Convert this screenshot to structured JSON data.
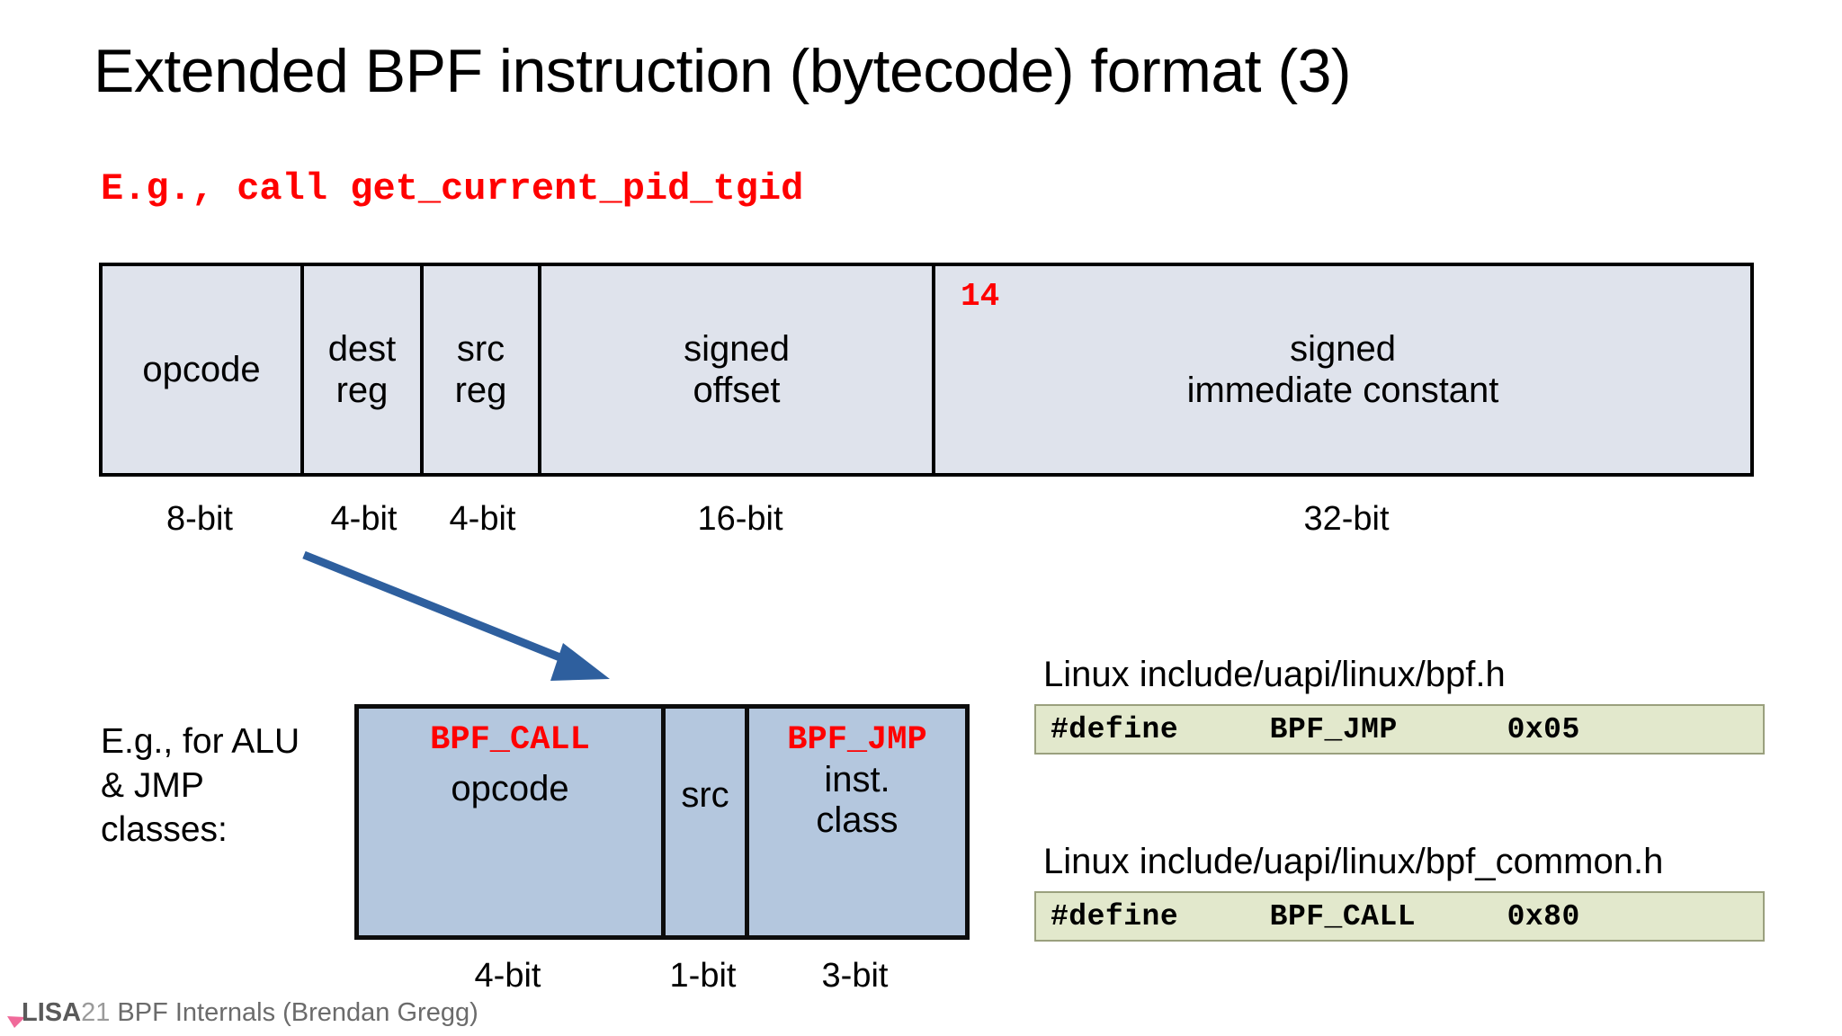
{
  "slide": {
    "title": "Extended BPF instruction (bytecode) format (3)",
    "example_call": "E.g., call get_current_pid_tgid",
    "accent_red": "#ff0000",
    "cell_fill": "#dfe3ec",
    "opcode_fill": "#b4c7de",
    "code_fill": "#e2e8cc",
    "arrow_color": "#2e5f9e"
  },
  "instruction_table": {
    "fields": [
      {
        "label": "opcode",
        "bits": "8-bit",
        "badge": ""
      },
      {
        "label": "dest\nreg",
        "bits": "4-bit",
        "badge": ""
      },
      {
        "label": "src\nreg",
        "bits": "4-bit",
        "badge": ""
      },
      {
        "label": "signed\noffset",
        "bits": "16-bit",
        "badge": ""
      },
      {
        "label": "signed\nimmediate constant",
        "bits": "32-bit",
        "badge": "14"
      }
    ]
  },
  "opcode_breakdown": {
    "note": "E.g., for ALU & JMP classes:",
    "fields": [
      {
        "tag": "BPF_CALL",
        "name": "opcode",
        "bits": "4-bit"
      },
      {
        "tag": "",
        "name": "src",
        "bits": "1-bit"
      },
      {
        "tag": "BPF_JMP",
        "name": "inst.\nclass",
        "bits": "3-bit"
      }
    ]
  },
  "includes": [
    {
      "path": "Linux include/uapi/linux/bpf.h",
      "code": "#define     BPF_JMP      0x05"
    },
    {
      "path": "Linux include/uapi/linux/bpf_common.h",
      "code": "#define     BPF_CALL     0x80"
    }
  ],
  "footer": {
    "brand": "LISA",
    "year": "21",
    "subject": " BPF Internals (Brendan Gregg)"
  }
}
